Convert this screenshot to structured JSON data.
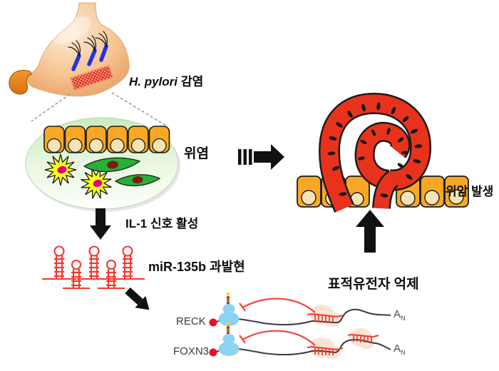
{
  "labels": {
    "infection_latin": "H. pylori",
    "infection_korean": "감염",
    "gastritis": "위염",
    "cancer": "위암 발생",
    "il1_signal": "IL-1 신호 활성",
    "mir135b": "miR-135b 과발현",
    "target_suppression": "표적유전자 억제",
    "gene_reck": "RECK",
    "gene_foxn3": "FOXN3",
    "polya_base": "A",
    "polya_sub": "N"
  },
  "colors": {
    "epithelial_orange": "#F9A825",
    "cell_nucleus_cream": "#F6E3B5",
    "cancer_red": "#E8321C",
    "inflammatory_yellow": "#FFFF19",
    "inflammatory_nucleus_magenta": "#E6007E",
    "fibroblast_green": "#27B034",
    "fibroblast_nucleus_darkred": "#7B1D12",
    "mirna_red": "#F5372B",
    "ribosome_blue": "#8ED4F2",
    "cap_red": "#E81123",
    "hpylori_blue": "#2433E0",
    "oval_green": "#C9ECBB",
    "arrow_black": "#111111",
    "mrna_gray": "#3C3C3C",
    "binding_site_peach": "#F8E0CE",
    "stomach_peach": "#F6C795"
  }
}
